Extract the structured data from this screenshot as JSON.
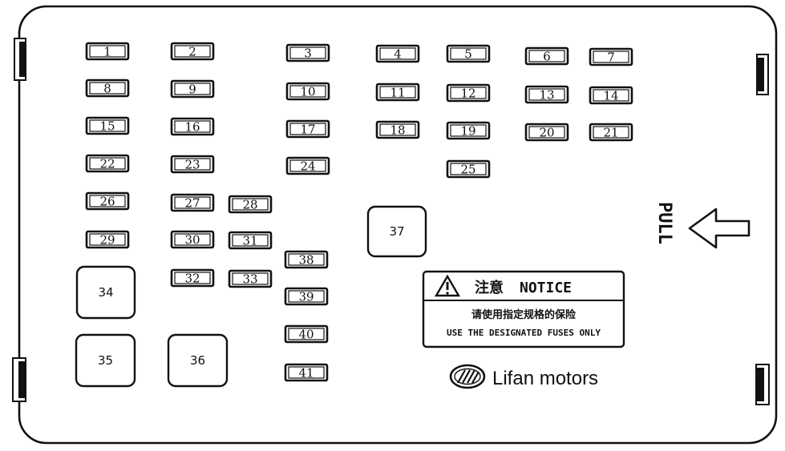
{
  "fuses": [
    {
      "label": "1"
    },
    {
      "label": "2"
    },
    {
      "label": "3"
    },
    {
      "label": "4"
    },
    {
      "label": "5"
    },
    {
      "label": "6"
    },
    {
      "label": "7"
    },
    {
      "label": "8"
    },
    {
      "label": "9"
    },
    {
      "label": "10"
    },
    {
      "label": "11"
    },
    {
      "label": "12"
    },
    {
      "label": "13"
    },
    {
      "label": "14"
    },
    {
      "label": "15"
    },
    {
      "label": "16"
    },
    {
      "label": "17"
    },
    {
      "label": "18"
    },
    {
      "label": "19"
    },
    {
      "label": "20"
    },
    {
      "label": "21"
    },
    {
      "label": "22"
    },
    {
      "label": "23"
    },
    {
      "label": "24"
    },
    {
      "label": "25"
    },
    {
      "label": "26"
    },
    {
      "label": "27"
    },
    {
      "label": "28"
    },
    {
      "label": "29"
    },
    {
      "label": "30"
    },
    {
      "label": "31"
    },
    {
      "label": "32"
    },
    {
      "label": "33"
    },
    {
      "label": "38"
    },
    {
      "label": "39"
    },
    {
      "label": "40"
    },
    {
      "label": "41"
    }
  ],
  "relays": [
    {
      "label": "34"
    },
    {
      "label": "35"
    },
    {
      "label": "36"
    },
    {
      "label": "37"
    }
  ],
  "notice": {
    "title_cn": "注意",
    "title_en": "NOTICE",
    "line_cn": "请使用指定规格的保险",
    "line_en": "USE THE DESIGNATED FUSES ONLY"
  },
  "brand": {
    "name": "Lifan motors",
    "logo_icon": "lifan-logo-icon"
  },
  "pull": {
    "label": "PULL",
    "arrow_icon": "arrow-left-icon"
  }
}
